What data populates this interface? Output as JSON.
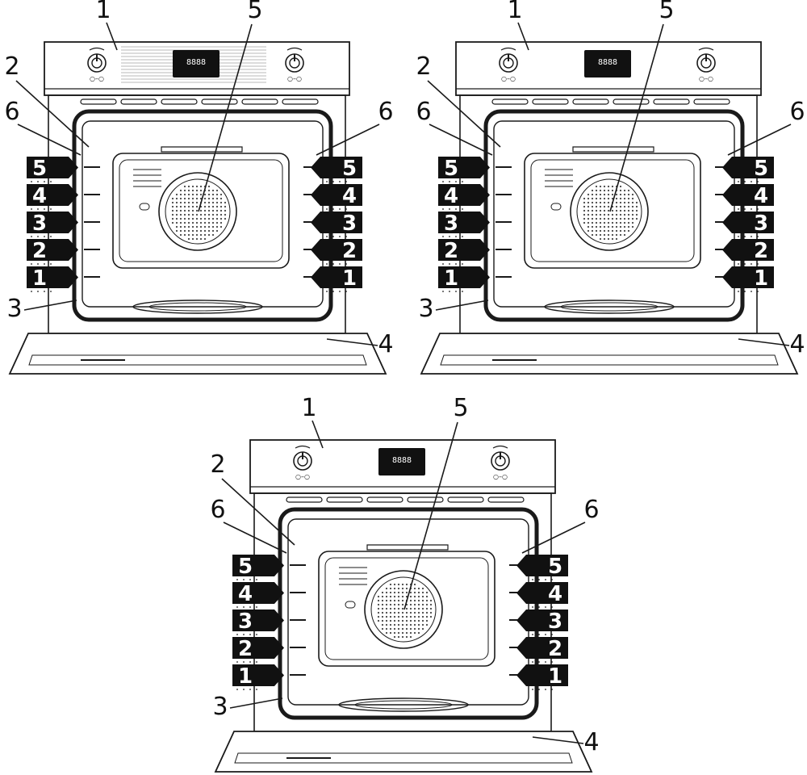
{
  "ovens": [
    {
      "id": "oven-a",
      "control_panel_style": "brushed",
      "display_text": "8888",
      "callouts": [
        "1",
        "2",
        "3",
        "4",
        "5",
        "6",
        "6"
      ],
      "shelf_levels": [
        "5",
        "4",
        "3",
        "2",
        "1"
      ]
    },
    {
      "id": "oven-b",
      "control_panel_style": "plain",
      "display_text": "8888",
      "callouts": [
        "1",
        "2",
        "3",
        "4",
        "5",
        "6",
        "6"
      ],
      "shelf_levels": [
        "5",
        "4",
        "3",
        "2",
        "1"
      ]
    },
    {
      "id": "oven-c",
      "control_panel_style": "plain",
      "display_text": "8888",
      "callouts": [
        "1",
        "2",
        "3",
        "4",
        "5",
        "6",
        "6"
      ],
      "shelf_levels": [
        "5",
        "4",
        "3",
        "2",
        "1"
      ]
    }
  ],
  "colors": {
    "line": "#1a1a1a",
    "tag_fill": "#111111",
    "display": "#111111",
    "fan_dot": "#444444"
  },
  "icons": [
    "control-knob-icon",
    "fan-grille-icon",
    "shelf-level-tag-icon"
  ]
}
